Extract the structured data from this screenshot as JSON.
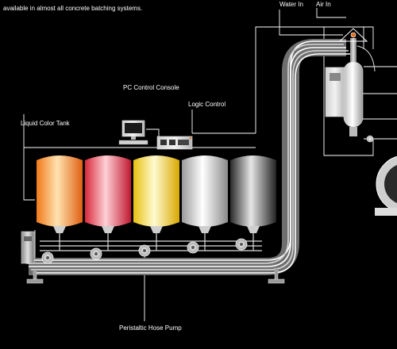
{
  "intro_text": "available in almost all concrete batching systems.",
  "labels": {
    "water_in": "Water In",
    "air_in": "Air In",
    "pc_console": "PC Control Console",
    "logic_control": "Logic Control",
    "liquid_tank": "Liquid Color Tank",
    "hose_pump": "Peristaltic Hose Pump"
  },
  "tanks": [
    {
      "name": "orange",
      "colors": [
        "#f07a1a",
        "#ffe2b0",
        "#e06012"
      ]
    },
    {
      "name": "red",
      "colors": [
        "#d8283a",
        "#ffd0d6",
        "#c01830"
      ]
    },
    {
      "name": "yellow",
      "colors": [
        "#e8c010",
        "#fffad0",
        "#d8a800"
      ]
    },
    {
      "name": "white",
      "colors": [
        "#9a9a9a",
        "#ffffff",
        "#8a8a8a"
      ]
    },
    {
      "name": "gray",
      "colors": [
        "#2a2a2a",
        "#e6e6e6",
        "#222222"
      ]
    }
  ],
  "colors": {
    "line": "#ffffff",
    "pipe_light": "#ffffff",
    "pipe_dark": "#8c8c8c",
    "accent": "#e2711d"
  }
}
